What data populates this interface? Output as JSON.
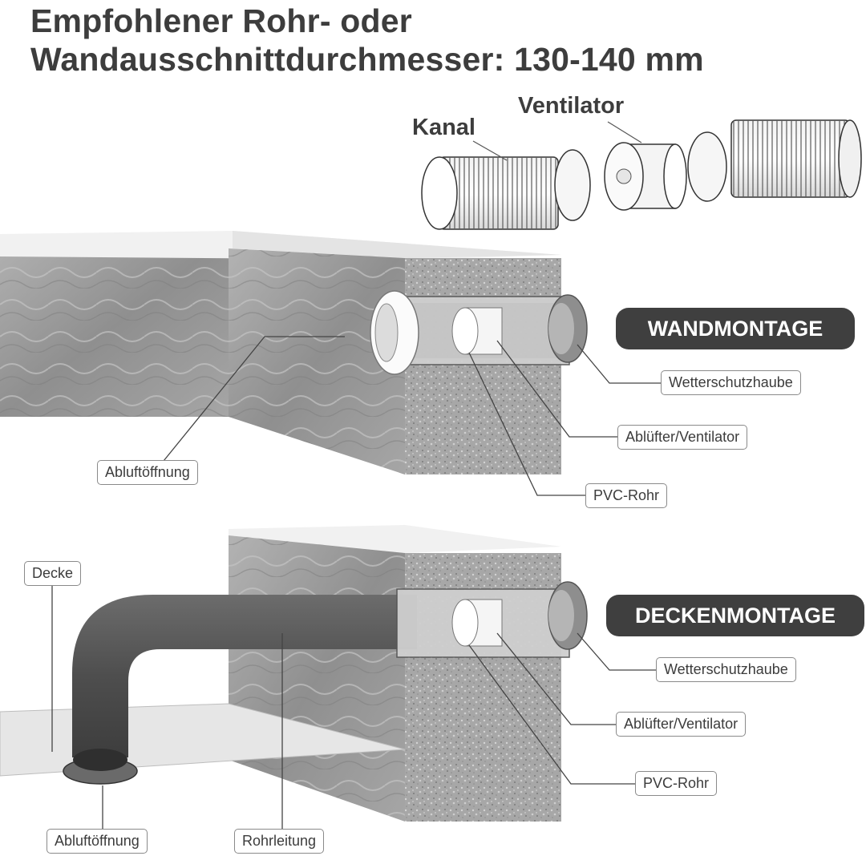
{
  "heading": {
    "line1": "Empfohlener Rohr- oder",
    "line2": "Wandausschnittdurchmesser: 130-140 mm"
  },
  "parts": {
    "kanal": "Kanal",
    "ventilator": "Ventilator"
  },
  "wall_mount": {
    "title": "WANDMONTAGE",
    "labels": {
      "hood": "Wetterschutzhaube",
      "fan": "Ablüfter/Ventilator",
      "pipe": "PVC-Rohr",
      "outlet": "Abluftöffnung"
    }
  },
  "ceiling_mount": {
    "title": "DECKENMONTAGE",
    "labels": {
      "ceiling": "Decke",
      "hood": "Wetterschutzhaube",
      "fan": "Ablüfter/Ventilator",
      "pipe": "PVC-Rohr",
      "outlet": "Abluftöffnung",
      "duct": "Rohrleitung"
    }
  },
  "colors": {
    "pill_bg": "#3f3f3f",
    "concrete": "#a9a9a9",
    "wall": "#9a9a9a",
    "duct": "#5a5a5a"
  }
}
